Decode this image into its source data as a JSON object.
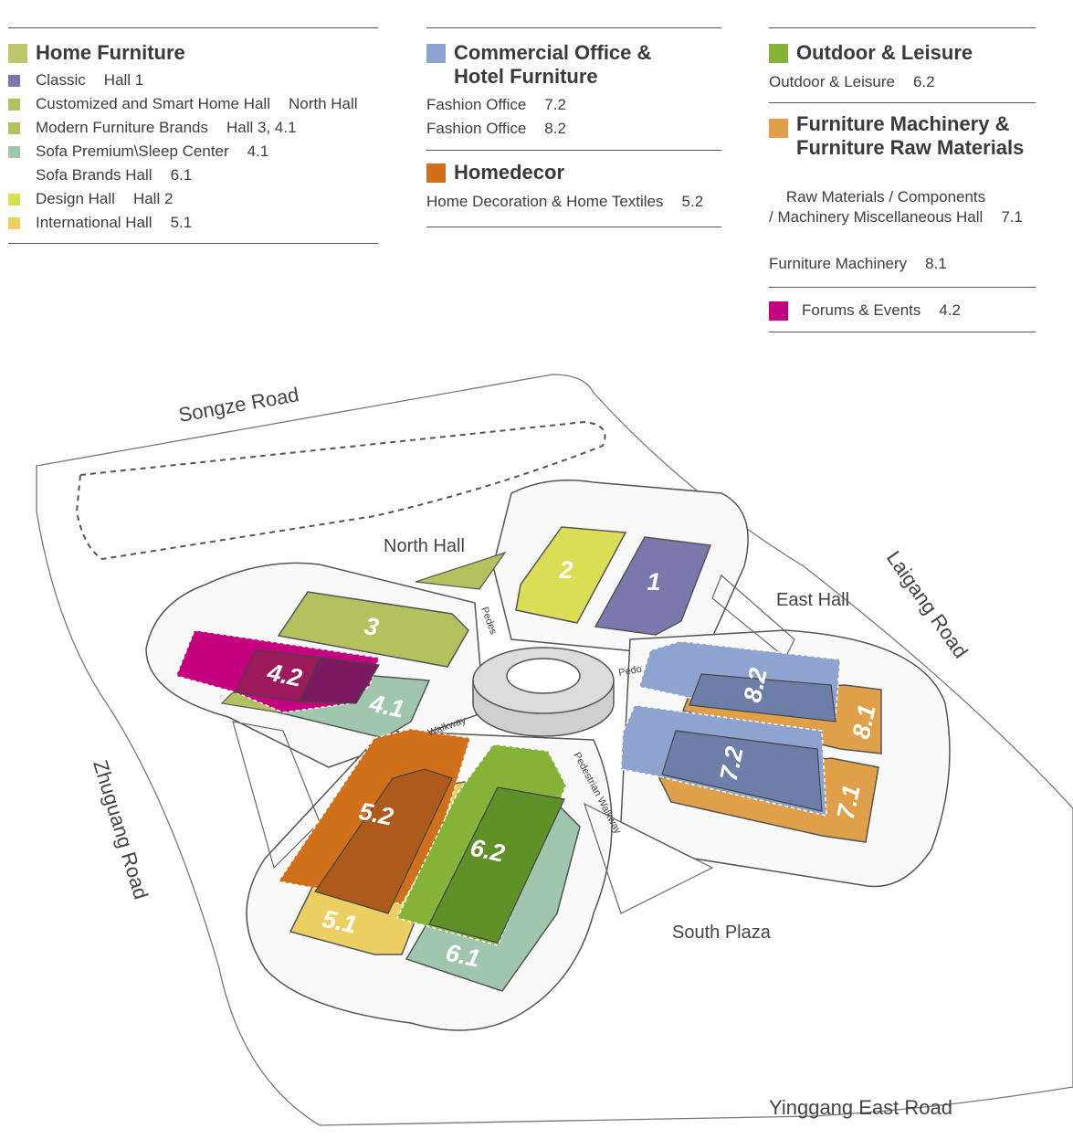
{
  "colors": {
    "home_furniture": "#bcc66a",
    "classic": "#7b78ad",
    "customized": "#b5c15f",
    "modern": "#b5c15f",
    "sofa_premium": "#a0c6ae",
    "design": "#d9de55",
    "international": "#ebcf61",
    "commercial": "#8ea3cf",
    "homedecor": "#d1701a",
    "outdoor": "#84b338",
    "machinery": "#e0a049",
    "forums": "#c4007e"
  },
  "legend": {
    "home_furniture": {
      "title": "Home Furniture",
      "items": [
        {
          "label": "Classic",
          "hall": "Hall 1"
        },
        {
          "label": "Customized and Smart Home Hall",
          "hall": "North Hall"
        },
        {
          "label": "Modern Furniture Brands",
          "hall": "Hall 3, 4.1"
        },
        {
          "label": "Sofa Premium\\Sleep Center",
          "hall": "4.1"
        },
        {
          "label": "Sofa Brands Hall",
          "hall": "6.1"
        },
        {
          "label": "Design Hall",
          "hall": "Hall 2"
        },
        {
          "label": "International Hall",
          "hall": "5.1"
        }
      ]
    },
    "commercial": {
      "title_line1": "Commercial Office &",
      "title_line2": "Hotel Furniture",
      "items": [
        {
          "label": "Fashion Office",
          "hall": "7.2"
        },
        {
          "label": "Fashion Office",
          "hall": "8.2"
        }
      ]
    },
    "homedecor": {
      "title": "Homedecor",
      "items": [
        {
          "label": "Home Decoration & Home Textiles",
          "hall": "5.2"
        }
      ]
    },
    "outdoor": {
      "title": "Outdoor & Leisure",
      "items": [
        {
          "label": "Outdoor & Leisure",
          "hall": "6.2"
        }
      ]
    },
    "machinery": {
      "title_line1": "Furniture Machinery &",
      "title_line2": "Furniture Raw Materials",
      "items": [
        {
          "line1": "Raw Materials / Components",
          "line2": "/ Machinery Miscellaneous Hall",
          "hall": "7.1"
        },
        {
          "label": "Furniture Machinery",
          "hall": "8.1"
        }
      ]
    },
    "forums": {
      "label": "Forums & Events",
      "hall": "4.2"
    }
  },
  "map": {
    "roads": {
      "north": "Songze Road",
      "east": "Laigang Road",
      "west": "Zhuguang Road",
      "south": "Yinggang  East Road"
    },
    "areas": {
      "north_hall": "North Hall",
      "east_hall": "East Hall",
      "south_plaza": "South Plaza"
    },
    "walkways": {
      "w1": "Pedes",
      "w2": "Pedo",
      "w3": "Walkway",
      "w4": "Pedestrian Walkway"
    },
    "halls": {
      "h1": "1",
      "h2": "2",
      "h3": "3",
      "h41": "4.1",
      "h42": "4.2",
      "h51": "5.1",
      "h52": "5.2",
      "h61": "6.1",
      "h62": "6.2",
      "h71": "7.1",
      "h72": "7.2",
      "h81": "8.1",
      "h82": "8.2"
    }
  }
}
